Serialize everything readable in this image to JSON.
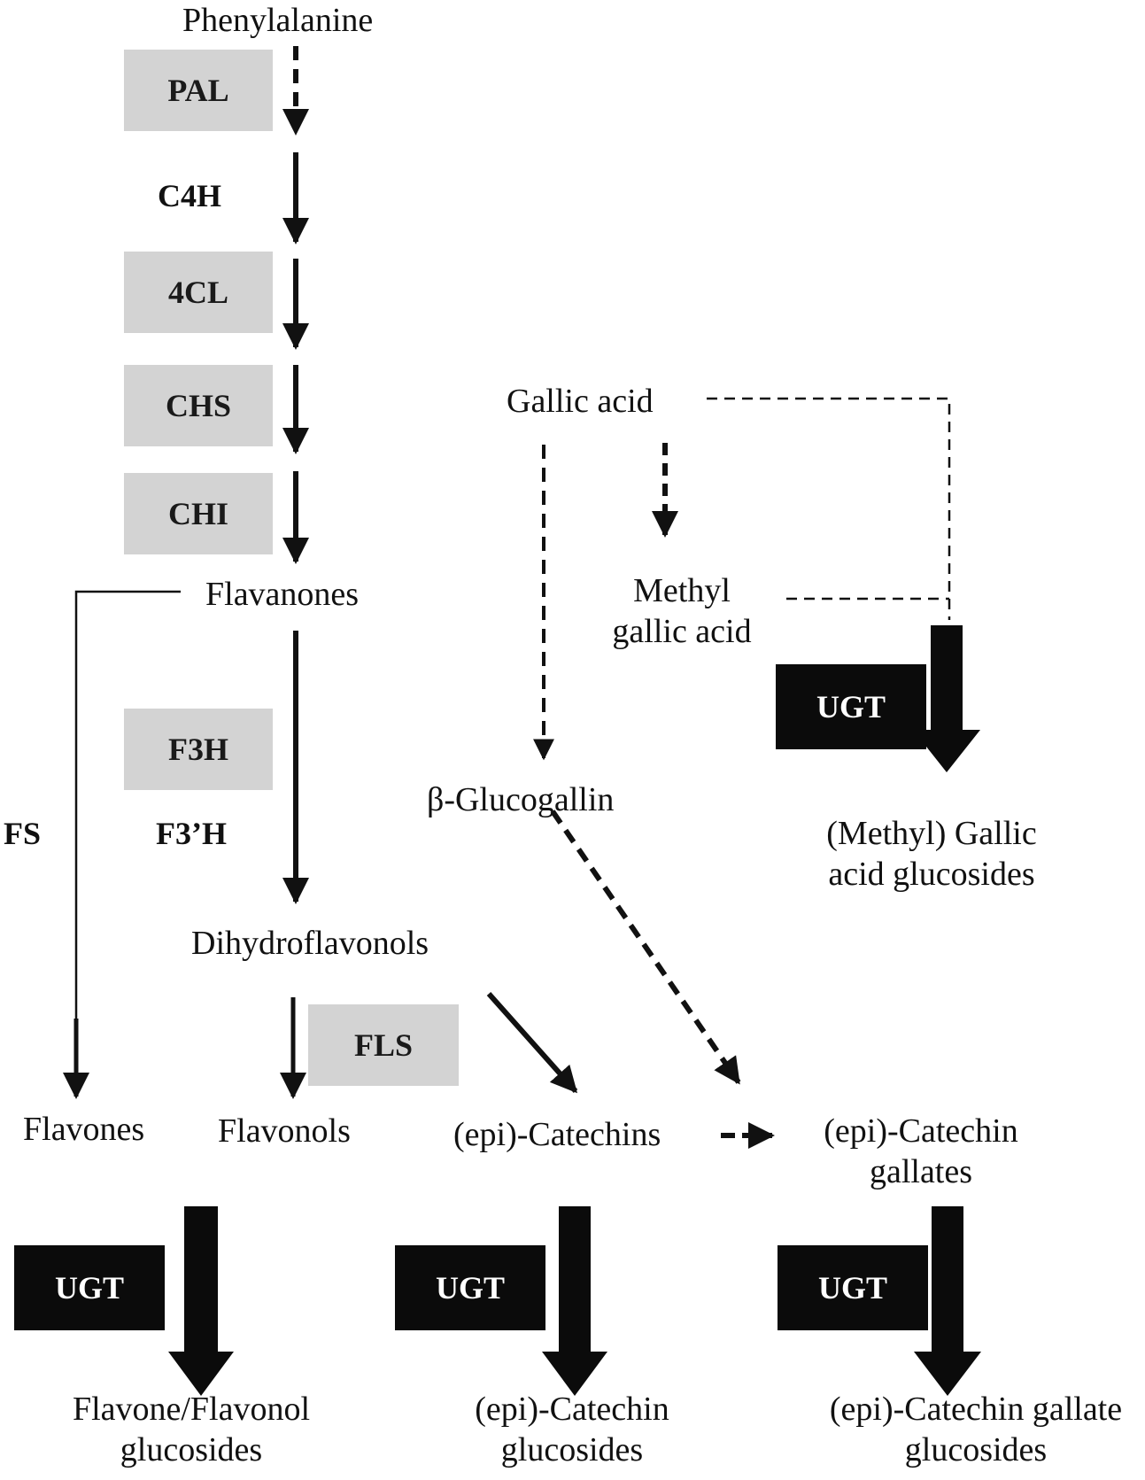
{
  "colors": {
    "enzyme_gray": "#d3d3d3",
    "ugt_black": "#0b0b0b",
    "arrow": "#111111"
  },
  "compounds": {
    "phenylalanine": "Phenylalanine",
    "gallic_acid": "Gallic acid",
    "flavanones": "Flavanones",
    "methyl_gallic_acid_1": "Methyl",
    "methyl_gallic_acid_2": "gallic acid",
    "glucogallin": "β-Glucogallin",
    "methyl_gallic_glucosides_1": "(Methyl) Gallic",
    "methyl_gallic_glucosides_2": "acid glucosides",
    "dihydroflavonols": "Dihydroflavonols",
    "flavones": "Flavones",
    "flavonols": "Flavonols",
    "catechins": "(epi)-Catechins",
    "catechin_gallates_1": "(epi)-Catechin",
    "catechin_gallates_2": "gallates",
    "flavone_glucosides_1": "Flavone/Flavonol",
    "flavone_glucosides_2": "glucosides",
    "catechin_glucosides_1": "(epi)-Catechin",
    "catechin_glucosides_2": "glucosides",
    "gallate_glucosides_1": "(epi)-Catechin gallate",
    "gallate_glucosides_2": "glucosides"
  },
  "enzymes": {
    "pal": "PAL",
    "c4h": "C4H",
    "cl4": "4CL",
    "chs": "CHS",
    "chi": "CHI",
    "f3h": "F3H",
    "f3ph": "F3’H",
    "fs": "FS",
    "fls": "FLS",
    "ugt": "UGT"
  }
}
